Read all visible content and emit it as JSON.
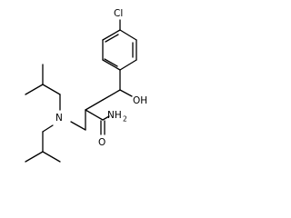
{
  "molecule": {
    "atoms": {
      "chlorine": "Cl",
      "hydroxyl": "OH",
      "nitrogen": "N",
      "amide_nitrogen": "NH",
      "amide_hydrogen_count": "2",
      "carbonyl_oxygen": "O"
    },
    "colors": {
      "bond": "#000000",
      "label": "#000000",
      "background": "#ffffff"
    }
  }
}
